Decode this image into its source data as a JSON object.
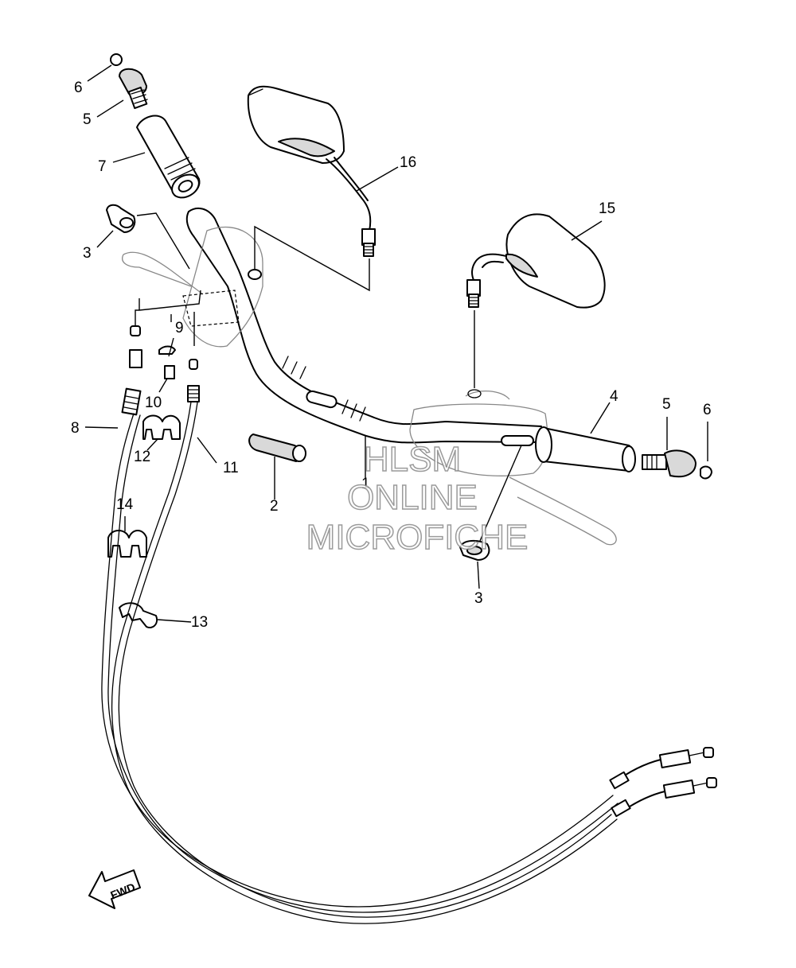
{
  "callouts": {
    "c1": "1",
    "c2": "2",
    "c3a": "3",
    "c3b": "3",
    "c4": "4",
    "c5a": "5",
    "c5b": "5",
    "c6a": "6",
    "c6b": "6",
    "c7": "7",
    "c8": "8",
    "c9": "9",
    "c10": "10",
    "c11": "11",
    "c12": "12",
    "c13": "13",
    "c14": "14",
    "c15": "15",
    "c16": "16"
  },
  "watermark": {
    "line1": "HLSM",
    "line2": "ONLINE",
    "line3": "MICROFICHE"
  },
  "direction_arrow": {
    "label": "FWD"
  }
}
